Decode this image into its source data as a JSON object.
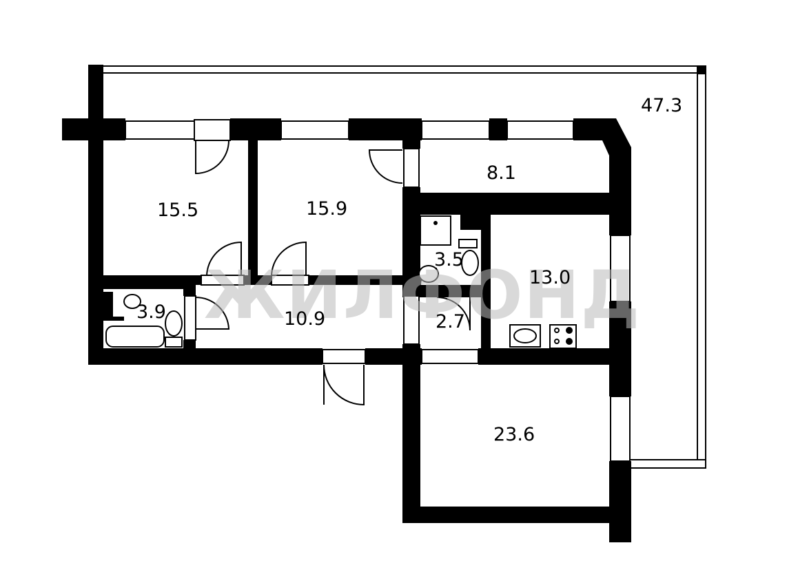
{
  "watermark": "ЖИЛФОНД",
  "rooms": [
    {
      "id": "balcony",
      "area": "47.3"
    },
    {
      "id": "room-1",
      "area": "15.5"
    },
    {
      "id": "room-2",
      "area": "15.9"
    },
    {
      "id": "loggia",
      "area": "8.1"
    },
    {
      "id": "bathroom-1",
      "area": "3.5"
    },
    {
      "id": "kitchen",
      "area": "13.0"
    },
    {
      "id": "bathroom-2",
      "area": "3.9"
    },
    {
      "id": "hallway",
      "area": "10.9"
    },
    {
      "id": "storage",
      "area": "2.7"
    },
    {
      "id": "room-3",
      "area": "23.6"
    }
  ]
}
